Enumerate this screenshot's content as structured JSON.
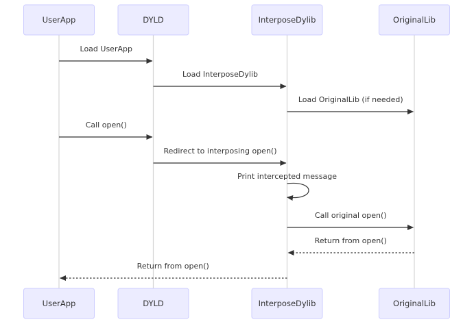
{
  "participants": [
    {
      "id": "userapp",
      "label": "UserApp"
    },
    {
      "id": "dyld",
      "label": "DYLD"
    },
    {
      "id": "interpose",
      "label": "InterposeDylib"
    },
    {
      "id": "original",
      "label": "OriginalLib"
    }
  ],
  "messages": [
    {
      "from": 0,
      "to": 1,
      "text": "Load UserApp",
      "style": "solid"
    },
    {
      "from": 1,
      "to": 2,
      "text": "Load InterposeDylib",
      "style": "solid"
    },
    {
      "from": 2,
      "to": 3,
      "text": "Load OriginalLib (if needed)",
      "style": "solid"
    },
    {
      "from": 0,
      "to": 1,
      "text": "Call open()",
      "style": "solid"
    },
    {
      "from": 1,
      "to": 2,
      "text": "Redirect to interposing open()",
      "style": "solid"
    },
    {
      "from": 2,
      "to": 2,
      "text": "Print intercepted message",
      "style": "self"
    },
    {
      "from": 2,
      "to": 3,
      "text": "Call original open()",
      "style": "solid"
    },
    {
      "from": 3,
      "to": 2,
      "text": "Return from open()",
      "style": "dotted"
    },
    {
      "from": 2,
      "to": 0,
      "text": "Return from open()",
      "style": "dotted"
    }
  ]
}
